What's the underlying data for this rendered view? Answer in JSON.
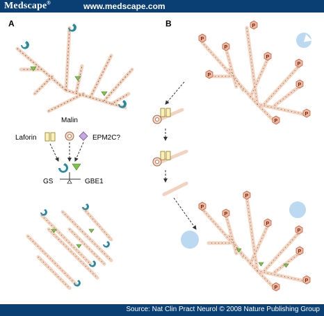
{
  "header": {
    "brand": "Medscape",
    "site": "www.medscape.com"
  },
  "panels": {
    "a": "A",
    "b": "B"
  },
  "legend": {
    "malin": "Malin",
    "laforin": "Laforin",
    "epm2c": "EPM2C?",
    "gs": "GS",
    "gbe1": "GBE1"
  },
  "phospho_label": "P",
  "footer": {
    "source": "Source: Nat Clin Pract Neurol © 2008 Nature Publishing Group"
  },
  "colors": {
    "bar": "#0a3f73",
    "bead": "#fde7d7",
    "phospho": "#f7b29a",
    "gs": "#2b8a9e",
    "gbe1": "#7ec24a",
    "epm2c": "#c9a7e0",
    "laforin": "#fdf0b5",
    "malin": "#fcd6c6",
    "degradation": "#bcd9f2"
  }
}
